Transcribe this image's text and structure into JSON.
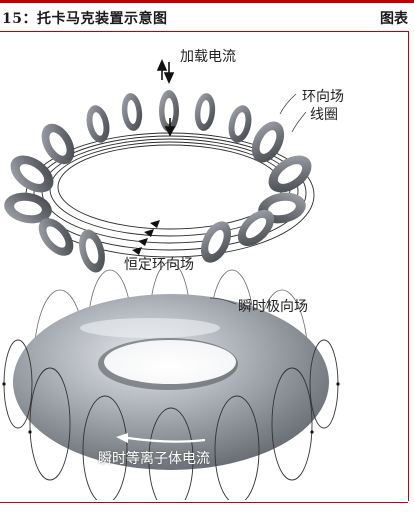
{
  "header": {
    "figure_title": "15：托卡马克装置示意图",
    "figure_tag": "图表"
  },
  "labels": {
    "load_current": "加载电流",
    "toroidal_field": "环向场",
    "coil": "线圈",
    "constant_toroidal_field": "恒定环向场",
    "instant_poloidal_field": "瞬时极向场",
    "instant_plasma_current": "瞬时等离子体电流"
  },
  "colors": {
    "rule": "#c00000",
    "coil_body": "#6f7278",
    "torus_body": "#8b9097"
  }
}
